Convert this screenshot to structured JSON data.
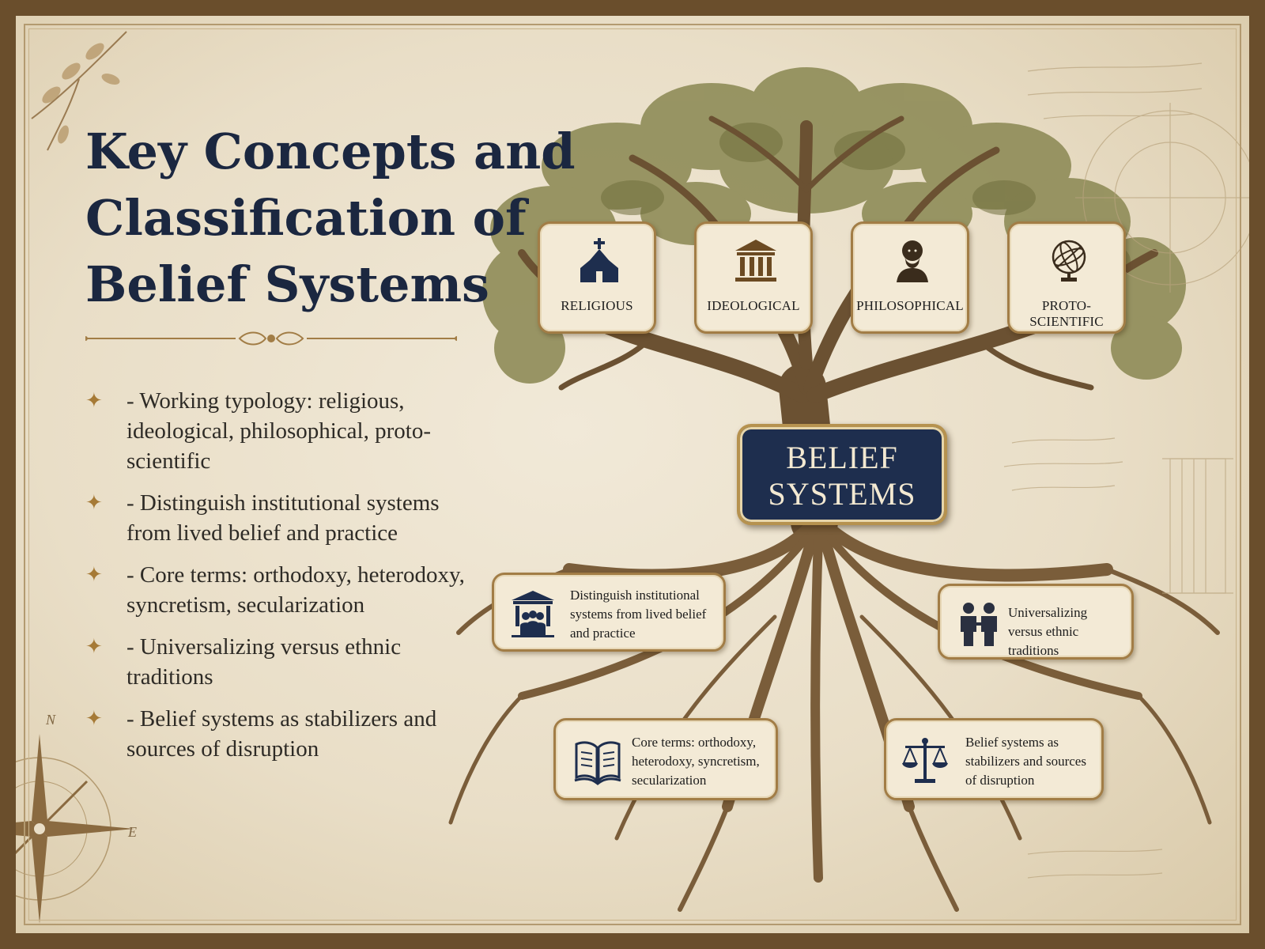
{
  "title": {
    "line1": "Key Concepts and",
    "line2": "Classification of",
    "line3": "Belief Systems"
  },
  "bullets": [
    {
      "marker": "✦",
      "text": "- Working typology: religious, ideological, philosophical, proto-scientific"
    },
    {
      "marker": "✦",
      "text": "- Distinguish institutional systems from lived belief and practice"
    },
    {
      "marker": "✦",
      "text": "- Core terms: orthodoxy, heterodoxy, syncretism, secularization"
    },
    {
      "marker": "✦",
      "text": "- Universalizing versus ethnic traditions"
    },
    {
      "marker": "✦",
      "text": "- Belief systems as stabilizers and sources of disruption"
    }
  ],
  "diagram": {
    "center": {
      "line1": "BELIEF",
      "line2": "SYSTEMS"
    },
    "branches": [
      {
        "label": "RELIGIOUS",
        "icon": "church-icon"
      },
      {
        "label": "IDEOLOGICAL",
        "icon": "columns-building-icon"
      },
      {
        "label": "PHILOSOPHICAL",
        "icon": "philosopher-bust-icon"
      },
      {
        "label": "PROTO-SCIENTIFIC",
        "icon": "armillary-sphere-icon"
      }
    ],
    "roots": [
      {
        "text": "Distinguish institutional systems from lived belief and practice",
        "icon": "institution-people-icon"
      },
      {
        "text": "Universalizing versus ethnic traditions",
        "icon": "two-people-icon"
      },
      {
        "text": "Core terms: orthodoxy, heterodoxy, syncretism, secularization",
        "icon": "open-book-icon"
      },
      {
        "text": "Belief systems as stabilizers and sources of disruption",
        "icon": "scales-icon"
      }
    ]
  },
  "compass": {
    "north": "N",
    "east": "E"
  },
  "colors": {
    "navy": "#1e2e4e",
    "gold": "#a27d46",
    "parchment": "#f1e9d8",
    "bark": "#6b5132",
    "foliage": "#8c8a55"
  }
}
